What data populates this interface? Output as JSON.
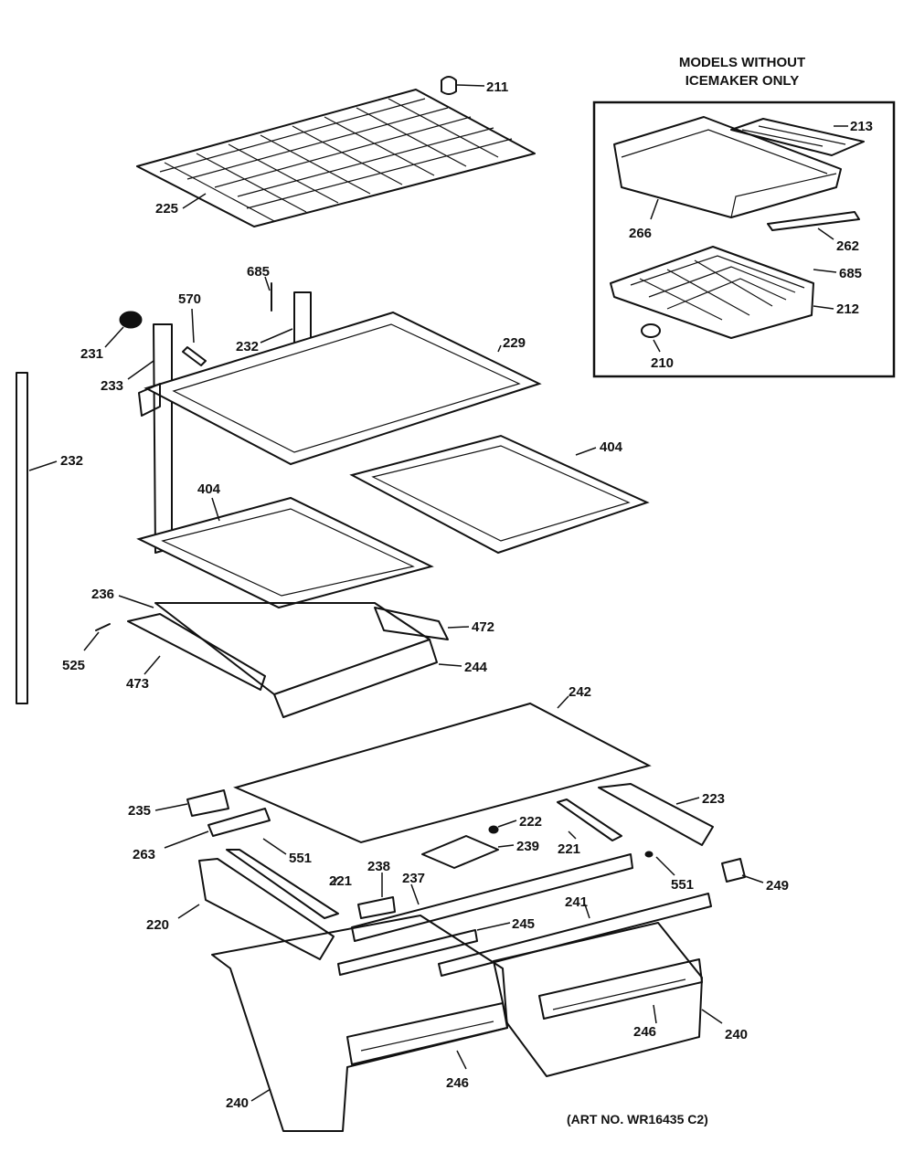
{
  "inset": {
    "heading_line1": "MODELS WITHOUT",
    "heading_line2": "ICEMAKER ONLY"
  },
  "art_number": "(ART NO. WR16435 C2)",
  "labels": {
    "l211": "211",
    "l225": "225",
    "l685a": "685",
    "l570": "570",
    "l231": "231",
    "l232a": "232",
    "l233": "233",
    "l229": "229",
    "l232b": "232",
    "l404a": "404",
    "l404b": "404",
    "l236": "236",
    "l472": "472",
    "l525": "525",
    "l473": "473",
    "l244": "244",
    "l242": "242",
    "l235": "235",
    "l223": "223",
    "l222": "222",
    "l263": "263",
    "l239": "239",
    "l221a": "221",
    "l551a": "551",
    "l238": "238",
    "l237": "237",
    "l221b": "221",
    "l551b": "551",
    "l249": "249",
    "l220": "220",
    "l241": "241",
    "l245": "245",
    "l246a": "246",
    "l240a": "240",
    "l246b": "246",
    "l240b": "240",
    "l213": "213",
    "l266": "266",
    "l262": "262",
    "l685b": "685",
    "l212": "212",
    "l210": "210"
  }
}
